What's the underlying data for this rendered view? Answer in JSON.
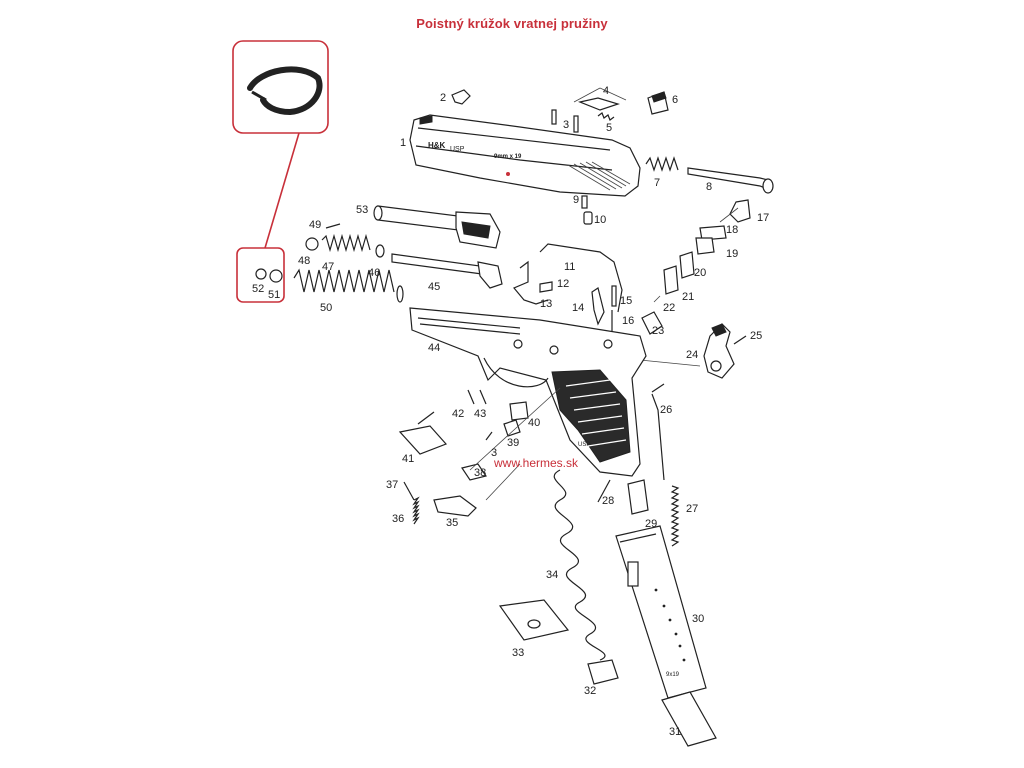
{
  "title": "Poistný krúžok vratnej pružiny",
  "watermark": "www.hermes.sk",
  "accent_color": "#c8303a",
  "part_numbers": [
    "1",
    "2",
    "3",
    "4",
    "5",
    "6",
    "7",
    "8",
    "9",
    "10",
    "11",
    "12",
    "13",
    "14",
    "15",
    "16",
    "17",
    "18",
    "19",
    "20",
    "21",
    "22",
    "23",
    "24",
    "25",
    "26",
    "27",
    "28",
    "29",
    "30",
    "31",
    "32",
    "33",
    "34",
    "35",
    "36",
    "37",
    "38",
    "39",
    "40",
    "41",
    "42",
    "43",
    "44",
    "45",
    "46",
    "47",
    "48",
    "49",
    "50",
    "51",
    "52",
    "53",
    "3"
  ],
  "slide_marks": {
    "brand": "H&K",
    "model": "USP",
    "caliber": "9mm x 19"
  },
  "grip_mark": "USP",
  "magazine_mark": "9x19"
}
